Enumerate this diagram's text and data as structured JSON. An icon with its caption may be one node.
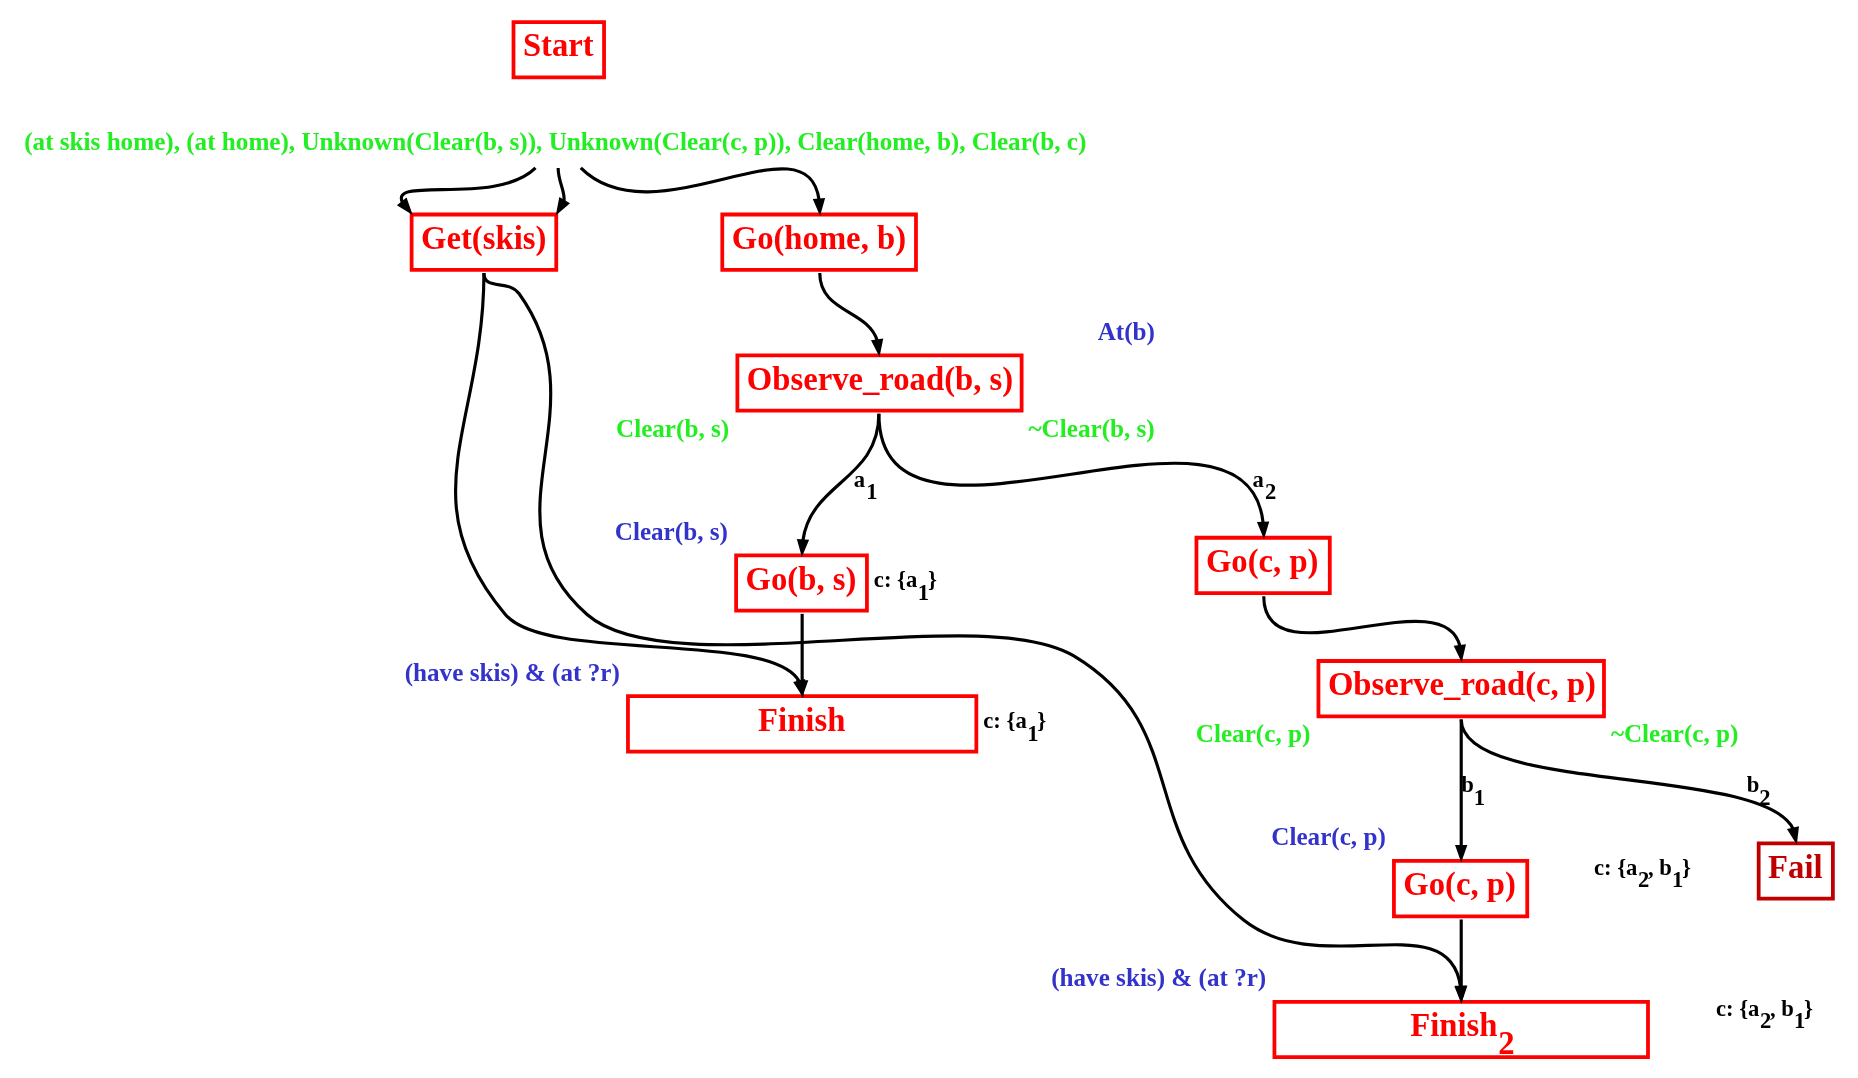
{
  "diagram": {
    "nodes": [
      {
        "text": [
          "Start"
        ]
      },
      {
        "text": [
          "(at skis home), (at home), Unknown(Clear(b, s)), Unknown(Clear(c, p)), Clear(home, b), Clear(b, c)"
        ]
      },
      {
        "text": [
          "Get(skis)"
        ]
      },
      {
        "text": [
          "Go(home, b)"
        ]
      },
      {
        "text": [
          "Observe_road(b, s)"
        ],
        "beside": [
          "At(b)",
          "Clear(b, s)",
          "~Clear(b, s)"
        ]
      },
      {
        "text": [
          "Go(c, p)"
        ]
      },
      {
        "text": [
          "Observe_road(c, p)"
        ],
        "beside": [
          "Clear(c, p)",
          "~Clear(c, p)"
        ]
      },
      {
        "text": [
          "Go(b, s)"
        ],
        "beside": [
          "Clear(b, s)",
          "c: {a$_{1}$}"
        ]
      },
      {
        "text": [
          "Fail"
        ]
      },
      {
        "text": [
          "Go(c, p)"
        ],
        "beside": [
          "Clear(c, p)"
        ]
      },
      {
        "text": [
          "Finish"
        ],
        "beside": [
          "(have skis) & (at ?r)",
          "c: {a$_{1}$}"
        ]
      },
      {
        "text": [
          "Finish$_{2}$"
        ],
        "beside": [
          "(have skis) & (at ?r)"
        ]
      }
    ],
    "labels": [
      "c: {a$_{2}$, b$_{1}$}",
      "c: {a$_{2}$, b$_{1}$}"
    ],
    "edges": [
      {
        "from": 1,
        "to": 2,
        "arrow": "to"
      },
      {
        "from": 1,
        "to": 2,
        "arrow": "to"
      },
      {
        "from": 1,
        "to": 3,
        "arrow": "to"
      },
      {
        "from": 3,
        "to": 4,
        "arrow": "to"
      },
      {
        "from": 4,
        "to": 7,
        "arrow": "to",
        "label": "a$_{1}$"
      },
      {
        "from": 4,
        "to": 5,
        "arrow": "to",
        "label": "a$_{2}$"
      },
      {
        "from": 5,
        "to": 6,
        "arrow": "to"
      },
      {
        "from": 6,
        "to": 9,
        "arrow": "to",
        "label": "b$_{1}$"
      },
      {
        "from": 6,
        "to": 8,
        "arrow": "to",
        "label": "b$_{2}$"
      },
      {
        "from": 2,
        "to": 10,
        "arrow": "to"
      },
      {
        "from": 2,
        "to": 11,
        "arrow": "to"
      },
      {
        "from": 7,
        "to": 10,
        "arrow": "to"
      },
      {
        "from": 9,
        "to": 11,
        "arrow": "to"
      }
    ]
  }
}
